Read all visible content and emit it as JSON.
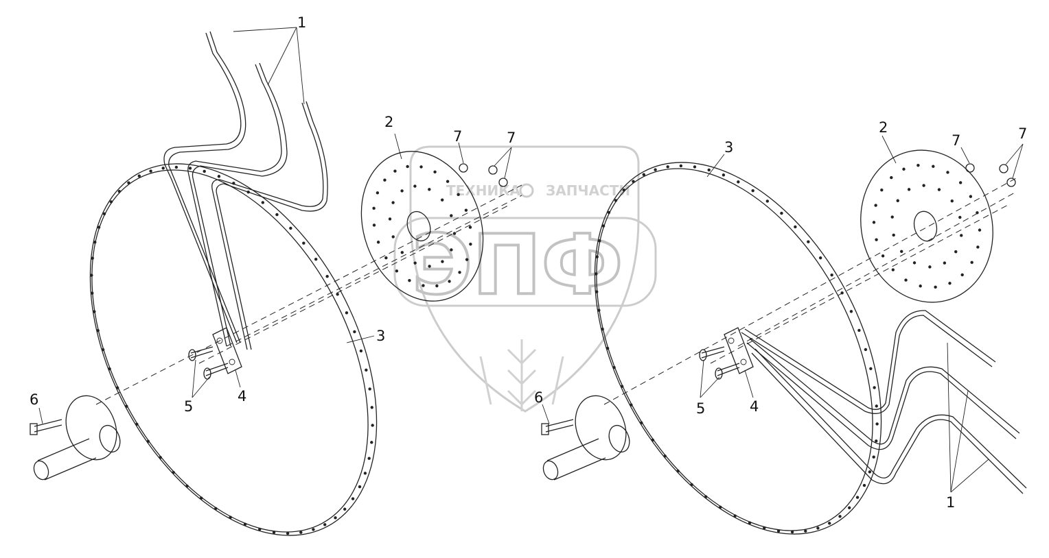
{
  "watermark": {
    "brand_text_left": "ТЕХНИКА",
    "brand_text_right": "ЗАПЧАСТИ",
    "logo_letters": "ЭПФ"
  },
  "callouts": [
    {
      "id": "c1a",
      "text": "1"
    },
    {
      "id": "c2a",
      "text": "2"
    },
    {
      "id": "c3a",
      "text": "3"
    },
    {
      "id": "c4a",
      "text": "4"
    },
    {
      "id": "c5a",
      "text": "5"
    },
    {
      "id": "c6a",
      "text": "6"
    },
    {
      "id": "c7a",
      "text": "7"
    },
    {
      "id": "c7b",
      "text": "7"
    },
    {
      "id": "c1b",
      "text": "1"
    },
    {
      "id": "c2b",
      "text": "2"
    },
    {
      "id": "c3b",
      "text": "3"
    },
    {
      "id": "c4b",
      "text": "4"
    },
    {
      "id": "c5b",
      "text": "5"
    },
    {
      "id": "c6b",
      "text": "6"
    },
    {
      "id": "c7c",
      "text": "7"
    },
    {
      "id": "c7d",
      "text": "7"
    }
  ],
  "colors": {
    "line": "#222222",
    "watermark": "#c0c0c0",
    "background": "#ffffff"
  }
}
